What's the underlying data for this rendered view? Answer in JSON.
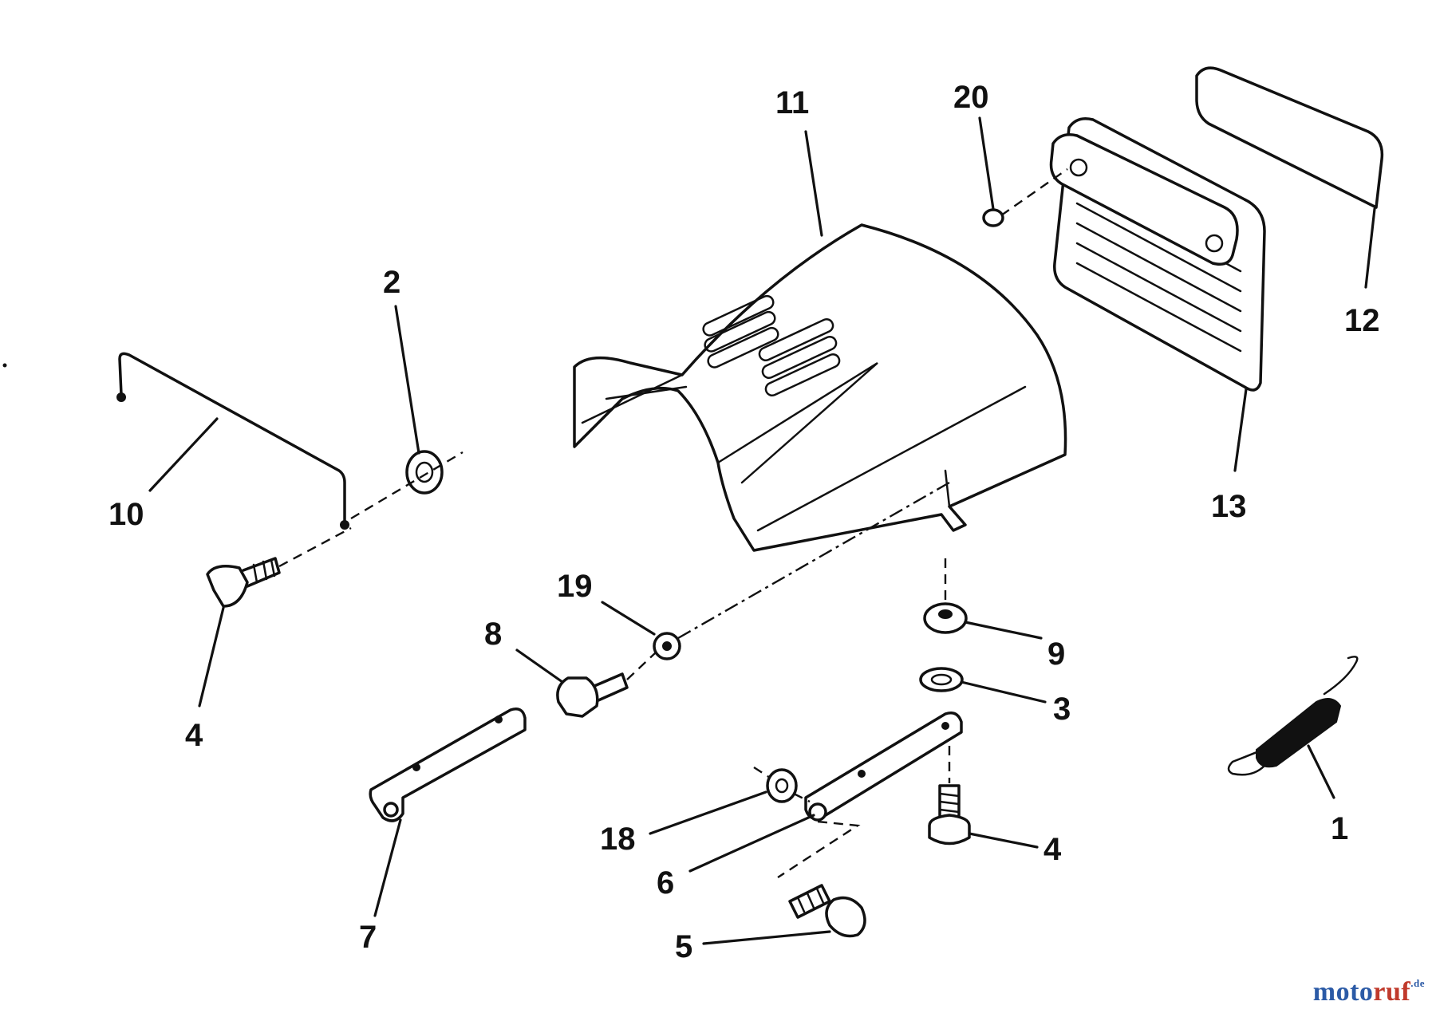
{
  "callouts": [
    {
      "id": "11",
      "label": "11"
    },
    {
      "id": "20",
      "label": "20"
    },
    {
      "id": "12",
      "label": "12"
    },
    {
      "id": "13",
      "label": "13"
    },
    {
      "id": "2",
      "label": "2"
    },
    {
      "id": "10",
      "label": "10"
    },
    {
      "id": "4a",
      "label": "4"
    },
    {
      "id": "19",
      "label": "19"
    },
    {
      "id": "8",
      "label": "8"
    },
    {
      "id": "9",
      "label": "9"
    },
    {
      "id": "3",
      "label": "3"
    },
    {
      "id": "1",
      "label": "1"
    },
    {
      "id": "4b",
      "label": "4"
    },
    {
      "id": "18",
      "label": "18"
    },
    {
      "id": "6",
      "label": "6"
    },
    {
      "id": "7",
      "label": "7"
    },
    {
      "id": "5",
      "label": "5"
    }
  ],
  "watermark": {
    "part1": "moto",
    "part2": "ruf",
    "part3": ".de"
  }
}
